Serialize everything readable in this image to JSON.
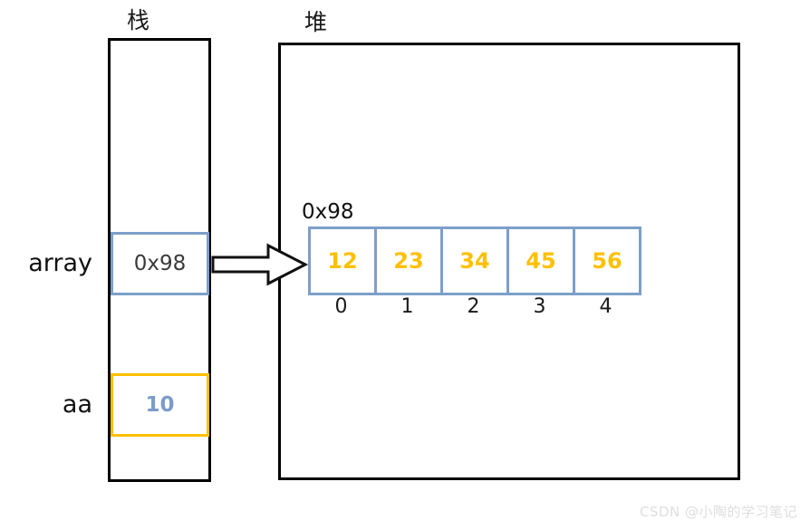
{
  "diagram": {
    "title_stack": "栈",
    "title_heap": "堆",
    "colors": {
      "cell_border_blue": "#7d9fc9",
      "cell_border_gold": "#ffc000",
      "value_gold": "#ffc000",
      "value_blue": "#7b9ccb",
      "region_border": "#000000",
      "watermark": "#dedede"
    }
  },
  "stack": {
    "label": "栈",
    "slots": [
      {
        "name": "array",
        "value": "0x98",
        "border_color": "#7d9fc9",
        "value_color": "#3a3a3a"
      },
      {
        "name": "aa",
        "value": "10",
        "border_color": "#ffc000",
        "value_color": "#7b9ccb"
      }
    ]
  },
  "heap": {
    "label": "堆",
    "address_label": "0x98",
    "array": {
      "values": [
        "12",
        "23",
        "34",
        "45",
        "56"
      ],
      "indices": [
        "0",
        "1",
        "2",
        "3",
        "4"
      ]
    }
  },
  "arrow": {
    "icon": "block-arrow-right-icon",
    "from": "array",
    "to": "0x98"
  },
  "watermark": {
    "text": "CSDN @小陶的学习笔记"
  }
}
